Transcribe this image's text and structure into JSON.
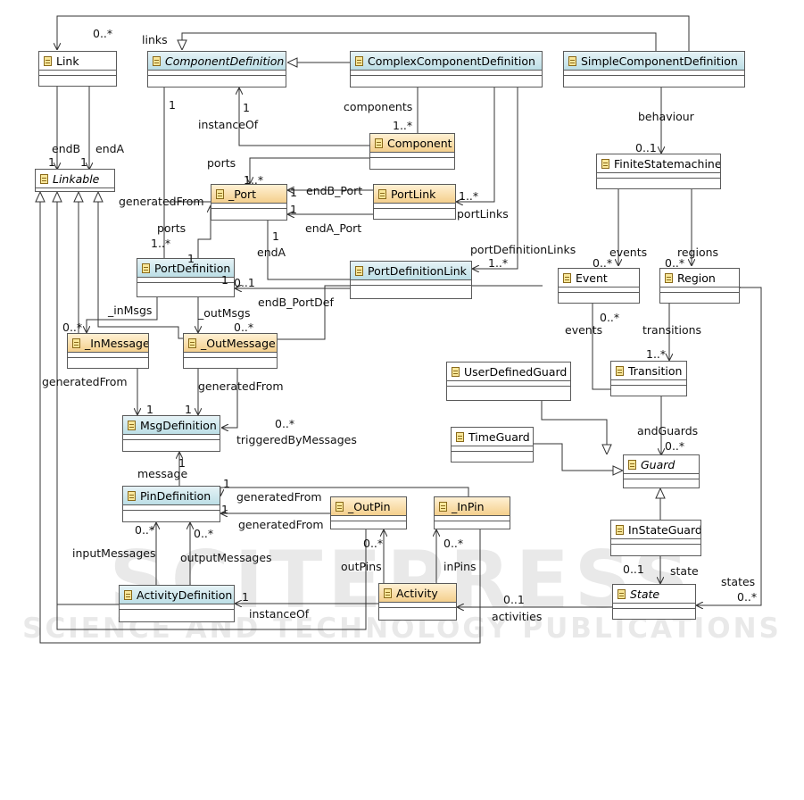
{
  "watermark": {
    "line1": "SCITEPRESS",
    "line2": "SCIENCE AND TECHNOLOGY PUBLICATIONS"
  },
  "classes": {
    "link": "Link",
    "linkable": "Linkable",
    "component_definition": "ComponentDefinition",
    "complex_component_definition": "ComplexComponentDefinition",
    "simple_component_definition": "SimpleComponentDefinition",
    "component": "Component",
    "finite_statemachine": "FiniteStatemachine",
    "port": "_Port",
    "port_link": "PortLink",
    "port_definition": "PortDefinition",
    "port_definition_link": "PortDefinitionLink",
    "event": "Event",
    "region": "Region",
    "in_message": "_InMessage",
    "out_message": "_OutMessage",
    "user_defined_guard": "UserDefinedGuard",
    "transition": "Transition",
    "msg_definition": "MsgDefinition",
    "time_guard": "TimeGuard",
    "guard": "Guard",
    "pin_definition": "PinDefinition",
    "out_pin": "_OutPin",
    "in_pin": "_InPin",
    "in_state_guard": "InStateGuard",
    "activity_definition": "ActivityDefinition",
    "activity": "Activity",
    "state": "State"
  },
  "labels": {
    "links_mult": "0..*",
    "links": "links",
    "endB": "endB",
    "endA": "endA",
    "endB_mult": "1",
    "endA_mult": "1",
    "compdef_one": "1",
    "instanceOf_mult": "1",
    "instanceOf": "instanceOf",
    "components": "components",
    "components_mult": "1..*",
    "behaviour": "behaviour",
    "behaviour_mult": "0..1",
    "ports_top": "ports",
    "ports_top_mult": "1..*",
    "generatedFrom_port": "generatedFrom",
    "endB_Port_one": "1",
    "endB_Port": "endB_Port",
    "portlink_mult": "1..*",
    "endA_Port_one": "1",
    "endA_Port": "endA_Port",
    "portLinks": "portLinks",
    "ports_mid": "ports",
    "ports_mid_mult": "1..*",
    "port_one": "1",
    "endA_one": "1",
    "endA_pd": "endA",
    "portDefinitionLinks": "portDefinitionLinks",
    "portDefinitionLinks_mult": "1..*",
    "events_top": "events",
    "events_top_mult": "0..*",
    "regions": "regions",
    "regions_mult": "0..*",
    "pd_one": "1",
    "pdl_mult": "0..1",
    "endB_PortDef": "endB_PortDef",
    "inMsgs": "_inMsgs",
    "inMsgs_mult": "0..*",
    "outMsgs": "_outMsgs",
    "outMsgs_mult": "0..*",
    "events_trans_mult": "0..*",
    "events_trans": "events",
    "transitions": "transitions",
    "transitions_mult": "1..*",
    "generatedFrom_in": "generatedFrom",
    "generatedFrom_out": "generatedFrom",
    "msg_one_a": "1",
    "msg_one_b": "1",
    "triggered_mult": "0..*",
    "triggeredByMessages": "triggeredByMessages",
    "andGuards": "andGuards",
    "andGuards_mult": "0..*",
    "message_one": "1",
    "message": "message",
    "pindef_one_a": "1",
    "pindef_one_b": "1",
    "generatedFrom_pin_a": "generatedFrom",
    "generatedFrom_pin_b": "generatedFrom",
    "input_mult": "0..*",
    "output_mult": "0..*",
    "inputMessages": "inputMessages",
    "outputMessages": "outputMessages",
    "outpins_mult": "0..*",
    "inpins_mult": "0..*",
    "outPins": "outPins",
    "inPins": "inPins",
    "state_mult": "0..1",
    "state": "state",
    "states": "states",
    "states_mult": "0..*",
    "actdef_one": "1",
    "instanceOf_act": "instanceOf",
    "activities_mult": "0..1",
    "activities": "activities"
  },
  "colors": {
    "stroke": "#333333",
    "blue_header": "#bcdfe6",
    "orange_header": "#f4cf8c"
  }
}
